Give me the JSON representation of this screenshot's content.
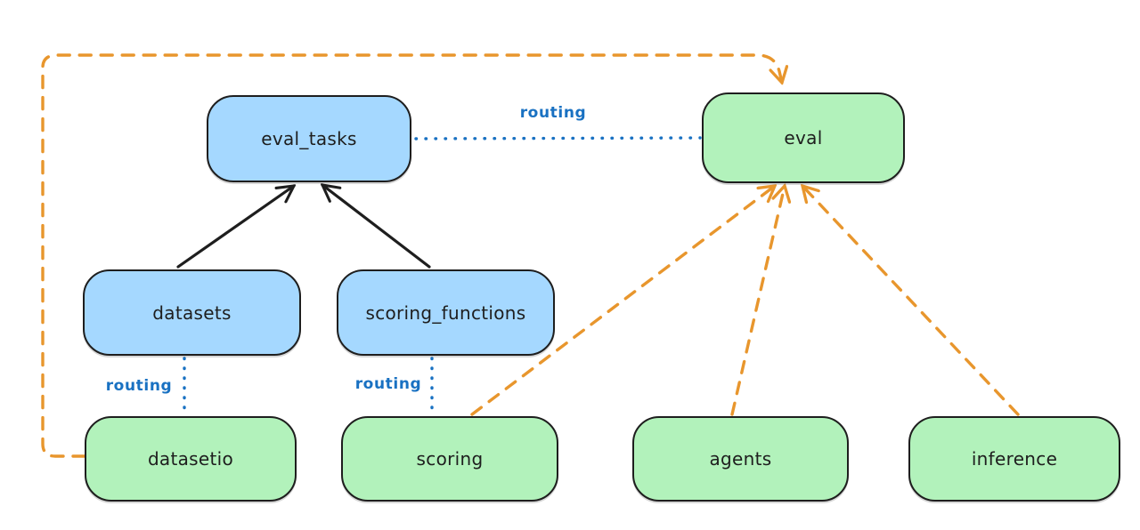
{
  "diagram": {
    "nodes": [
      {
        "id": "eval_tasks",
        "label": "eval_tasks",
        "fill": "#a5d8ff"
      },
      {
        "id": "eval",
        "label": "eval",
        "fill": "#b2f2bb"
      },
      {
        "id": "datasets",
        "label": "datasets",
        "fill": "#a5d8ff"
      },
      {
        "id": "scoring_functions",
        "label": "scoring_functions",
        "fill": "#a5d8ff"
      },
      {
        "id": "datasetio",
        "label": "datasetio",
        "fill": "#b2f2bb"
      },
      {
        "id": "scoring",
        "label": "scoring",
        "fill": "#b2f2bb"
      },
      {
        "id": "agents",
        "label": "agents",
        "fill": "#b2f2bb"
      },
      {
        "id": "inference",
        "label": "inference",
        "fill": "#b2f2bb"
      }
    ],
    "edges": [
      {
        "from": "datasets",
        "to": "eval_tasks",
        "style": "solid",
        "color": "#1e1e1e",
        "label": ""
      },
      {
        "from": "scoring_functions",
        "to": "eval_tasks",
        "style": "solid",
        "color": "#1e1e1e",
        "label": ""
      },
      {
        "from": "eval_tasks",
        "to": "eval",
        "style": "dotted",
        "color": "#1971c2",
        "label": "routing"
      },
      {
        "from": "datasets",
        "to": "datasetio",
        "style": "dotted",
        "color": "#1971c2",
        "label": "routing"
      },
      {
        "from": "scoring_functions",
        "to": "scoring",
        "style": "dotted",
        "color": "#1971c2",
        "label": "routing"
      },
      {
        "from": "datasetio",
        "to": "eval",
        "style": "dashed",
        "color": "#e8962d",
        "label": ""
      },
      {
        "from": "scoring",
        "to": "eval",
        "style": "dashed",
        "color": "#e8962d",
        "label": ""
      },
      {
        "from": "agents",
        "to": "eval",
        "style": "dashed",
        "color": "#e8962d",
        "label": ""
      },
      {
        "from": "inference",
        "to": "eval",
        "style": "dashed",
        "color": "#e8962d",
        "label": ""
      }
    ],
    "colors": {
      "node_stroke": "#1e1e1e",
      "blue_node_fill": "#a5d8ff",
      "green_node_fill": "#b2f2bb",
      "routing_blue": "#1971c2",
      "orange_dashed": "#e8962d",
      "black_arrow": "#1e1e1e",
      "background": "#ffffff"
    }
  }
}
